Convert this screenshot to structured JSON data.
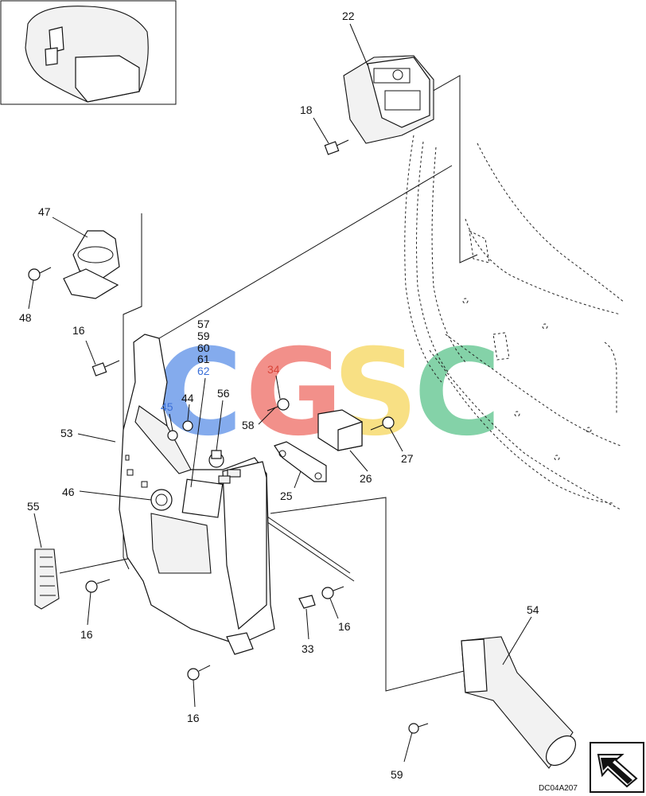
{
  "diagram": {
    "code": "DC04A207",
    "watermark": {
      "letters": [
        "C",
        "G",
        "S",
        "C"
      ],
      "colors": [
        "#5b8fe8",
        "#ee6b63",
        "#f6d65c",
        "#5cc48c"
      ]
    },
    "callouts": {
      "c22": "22",
      "c18": "18",
      "c47": "47",
      "c48": "48",
      "c16a": "16",
      "c16b": "16",
      "c16c": "16",
      "c16d": "16",
      "c57": "57",
      "c59a": "59",
      "c60": "60",
      "c61": "61",
      "c62": "62",
      "c45": "45",
      "c44": "44",
      "c56": "56",
      "c34": "34",
      "c58": "58",
      "c27": "27",
      "c26": "26",
      "c25": "25",
      "c53": "53",
      "c46": "46",
      "c55": "55",
      "c33": "33",
      "c54": "54",
      "c59b": "59"
    },
    "colors": {
      "blue_callout": "#3a6fd8",
      "red_callout": "#d8453a"
    },
    "icons": [
      "inset-view",
      "exit-arrow-icon"
    ]
  }
}
